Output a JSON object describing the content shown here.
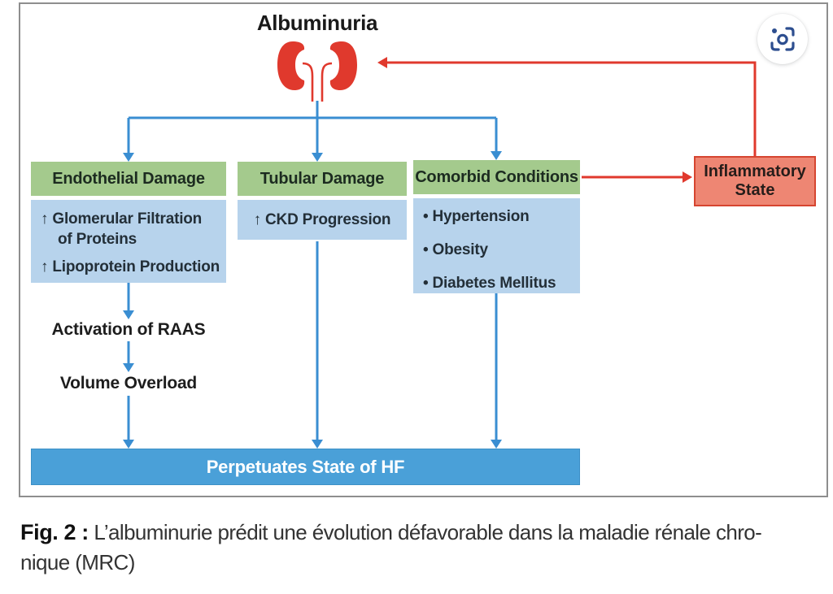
{
  "colors": {
    "green": "#a4ca8d",
    "panel-blue": "#b7d3ec",
    "bar-blue": "#4aa0d8",
    "arrow-blue": "#3a8ed2",
    "red": "#e0392d",
    "salmon": "#ee8673",
    "salmon-border": "#d64530",
    "frame-gray": "#8e8e8e"
  },
  "diagram": {
    "title": "Albuminuria",
    "columns": [
      {
        "header": "Endothelial Damage",
        "items": [
          {
            "lines": [
              "↑ Glomerular Filtration",
              "of Proteins"
            ]
          },
          {
            "lines": [
              "↑ Lipoprotein Production"
            ]
          }
        ]
      },
      {
        "header": "Tubular Damage",
        "items": [
          {
            "lines": [
              "↑ CKD Progression"
            ]
          }
        ]
      },
      {
        "header": "Comorbid Conditions",
        "items": [
          {
            "lines": [
              "• Hypertension"
            ]
          },
          {
            "lines": [
              "• Obesity"
            ]
          },
          {
            "lines": [
              "• Diabetes Mellitus"
            ]
          }
        ]
      }
    ],
    "inflammatory_state": "Inflammatory State",
    "activation_raas": "Activation of RAAS",
    "volume_overload": "Volume Overload",
    "bottom_bar": "Perpetuates State of HF"
  },
  "caption": {
    "label": "Fig. 2 :",
    "line1": " L’albuminurie prédit une évolution défavorable dans la maladie rénale chro-",
    "line2": "nique (MRC)"
  }
}
